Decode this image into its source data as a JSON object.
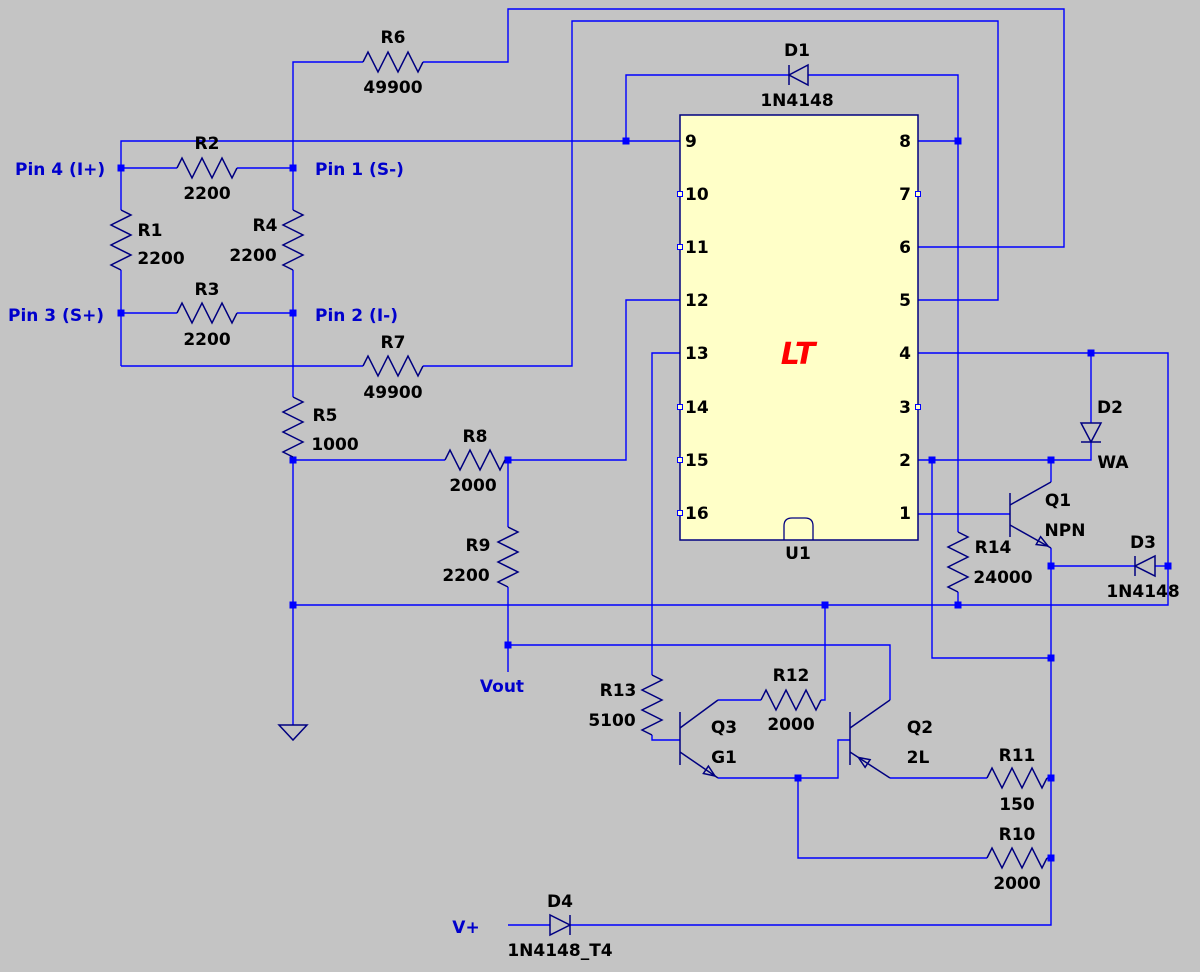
{
  "colors": {
    "background": "#c4c4c4",
    "wire": "#0000ff",
    "symbol": "#000080",
    "ic_fill": "#ffffc8",
    "logo": "#ff0000",
    "component_text": "#000000",
    "net_label": "#0000cc"
  },
  "components": {
    "R1": {
      "name": "R1",
      "value": "2200"
    },
    "R2": {
      "name": "R2",
      "value": "2200"
    },
    "R3": {
      "name": "R3",
      "value": "2200"
    },
    "R4": {
      "name": "R4",
      "value": "2200"
    },
    "R5": {
      "name": "R5",
      "value": "1000"
    },
    "R6": {
      "name": "R6",
      "value": "49900"
    },
    "R7": {
      "name": "R7",
      "value": "49900"
    },
    "R8": {
      "name": "R8",
      "value": "2000"
    },
    "R9": {
      "name": "R9",
      "value": "2200"
    },
    "R10": {
      "name": "R10",
      "value": "2000"
    },
    "R11": {
      "name": "R11",
      "value": "150"
    },
    "R12": {
      "name": "R12",
      "value": "2000"
    },
    "R13": {
      "name": "R13",
      "value": "5100"
    },
    "R14": {
      "name": "R14",
      "value": "24000"
    },
    "D1": {
      "name": "D1",
      "value": "1N4148"
    },
    "D2": {
      "name": "D2",
      "value": "WA"
    },
    "D3": {
      "name": "D3",
      "value": "1N4148"
    },
    "D4": {
      "name": "D4",
      "value": "1N4148_T4"
    },
    "Q1": {
      "name": "Q1",
      "value": "NPN"
    },
    "Q2": {
      "name": "Q2",
      "value": "2L"
    },
    "Q3": {
      "name": "Q3",
      "value": "G1"
    },
    "U1": {
      "name": "U1"
    }
  },
  "net_labels": {
    "pin4": "Pin 4 (I+)",
    "pin1": "Pin 1 (S-)",
    "pin3": "Pin 3 (S+)",
    "pin2": "Pin 2 (I-)",
    "vout": "Vout",
    "vplus": "V+"
  },
  "ic": {
    "logo": "LT",
    "left_pins": [
      "9",
      "10",
      "11",
      "12",
      "13",
      "14",
      "15",
      "16"
    ],
    "right_pins": [
      "8",
      "7",
      "6",
      "5",
      "4",
      "3",
      "2",
      "1"
    ]
  },
  "symbols": {
    "ground": "ground-icon"
  }
}
